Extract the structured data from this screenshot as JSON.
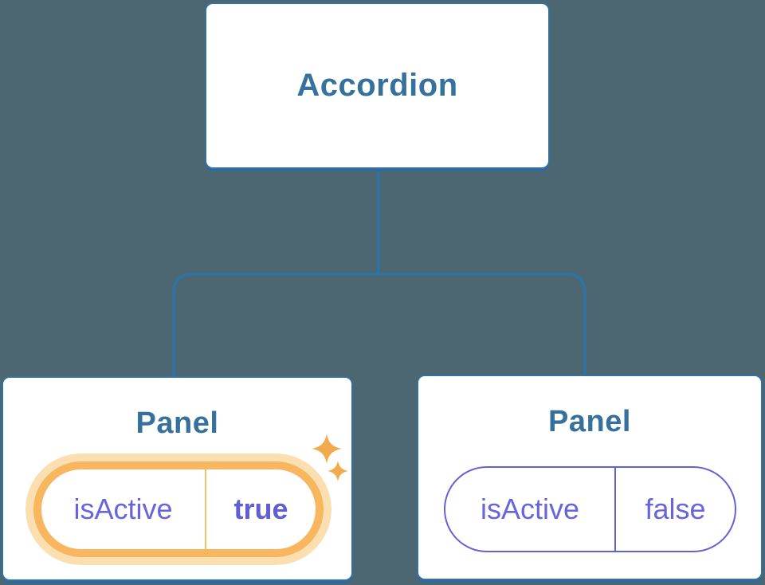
{
  "page": {
    "type": "component-tree-diagram",
    "background": "#4C6771"
  },
  "colors": {
    "connector_blue": "#2E73A5",
    "node_border_blue": "#33719F",
    "title_blue": "#35719C",
    "state_purple": "#6765DC",
    "pill_purple_border": "#6361D6",
    "orange_ring": "#F8B75F",
    "orange_glow": "#FBDFB0",
    "sparkle_orange": "#F1AA4D",
    "node_background": "#FFFFFF"
  },
  "root": {
    "label": "Accordion"
  },
  "panels": [
    {
      "title": "Panel",
      "state_key": "isActive",
      "state_value": "true",
      "highlighted": true,
      "has_sparkles": true
    },
    {
      "title": "Panel",
      "state_key": "isActive",
      "state_value": "false",
      "highlighted": false,
      "has_sparkles": false
    }
  ]
}
